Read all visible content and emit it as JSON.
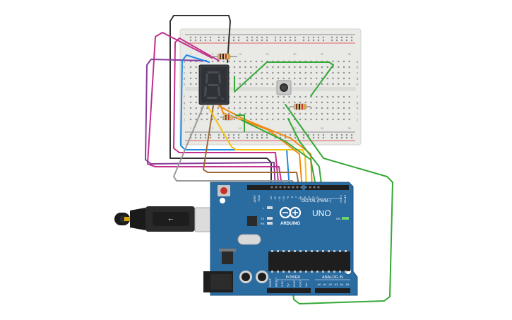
{
  "board": {
    "brand": "ARDUINO",
    "model": "UNO",
    "digital_label": "DIGITAL (PWM~)",
    "analog_label": "ANALOG IN",
    "power_label": "POWER",
    "on_label": "ON",
    "l_label": "L",
    "tx_label": "TX",
    "rx_label": "RX",
    "aref_label": "AREF",
    "gnd_label": "GND",
    "tx_pin_label": "TX►1",
    "rx_pin_label": "RX◄0",
    "digital_pins": [
      "13",
      "12",
      "~11",
      "~10",
      "~9",
      "8",
      "7",
      "~6",
      "~5",
      "4",
      "~3",
      "2"
    ],
    "power_pins": [
      "IOREF",
      "RESET",
      "3.3V",
      "5V",
      "GND",
      "GND",
      "Vin"
    ],
    "analog_pins": [
      "A0",
      "A1",
      "A2",
      "A3",
      "A4",
      "A5"
    ]
  },
  "breadboard": {
    "column_numbers": [
      "1",
      "5",
      "10",
      "15",
      "20",
      "25",
      "30"
    ],
    "rows_top": [
      "a",
      "b",
      "c",
      "d",
      "e"
    ],
    "rows_bottom": [
      "f",
      "g",
      "h",
      "i",
      "j"
    ]
  },
  "colors": {
    "board": "#2a6ba0",
    "breadboard": "#e9e9e6",
    "wire_green": "#35a837",
    "wire_orange": "#f08a12",
    "wire_yellow": "#f4c20d",
    "wire_blue": "#1e88e5",
    "wire_magenta": "#c2318b",
    "wire_purple": "#8a3b9b",
    "wire_brown": "#9c6a3a",
    "wire_gray": "#9a9a9a",
    "wire_black": "#333333"
  }
}
